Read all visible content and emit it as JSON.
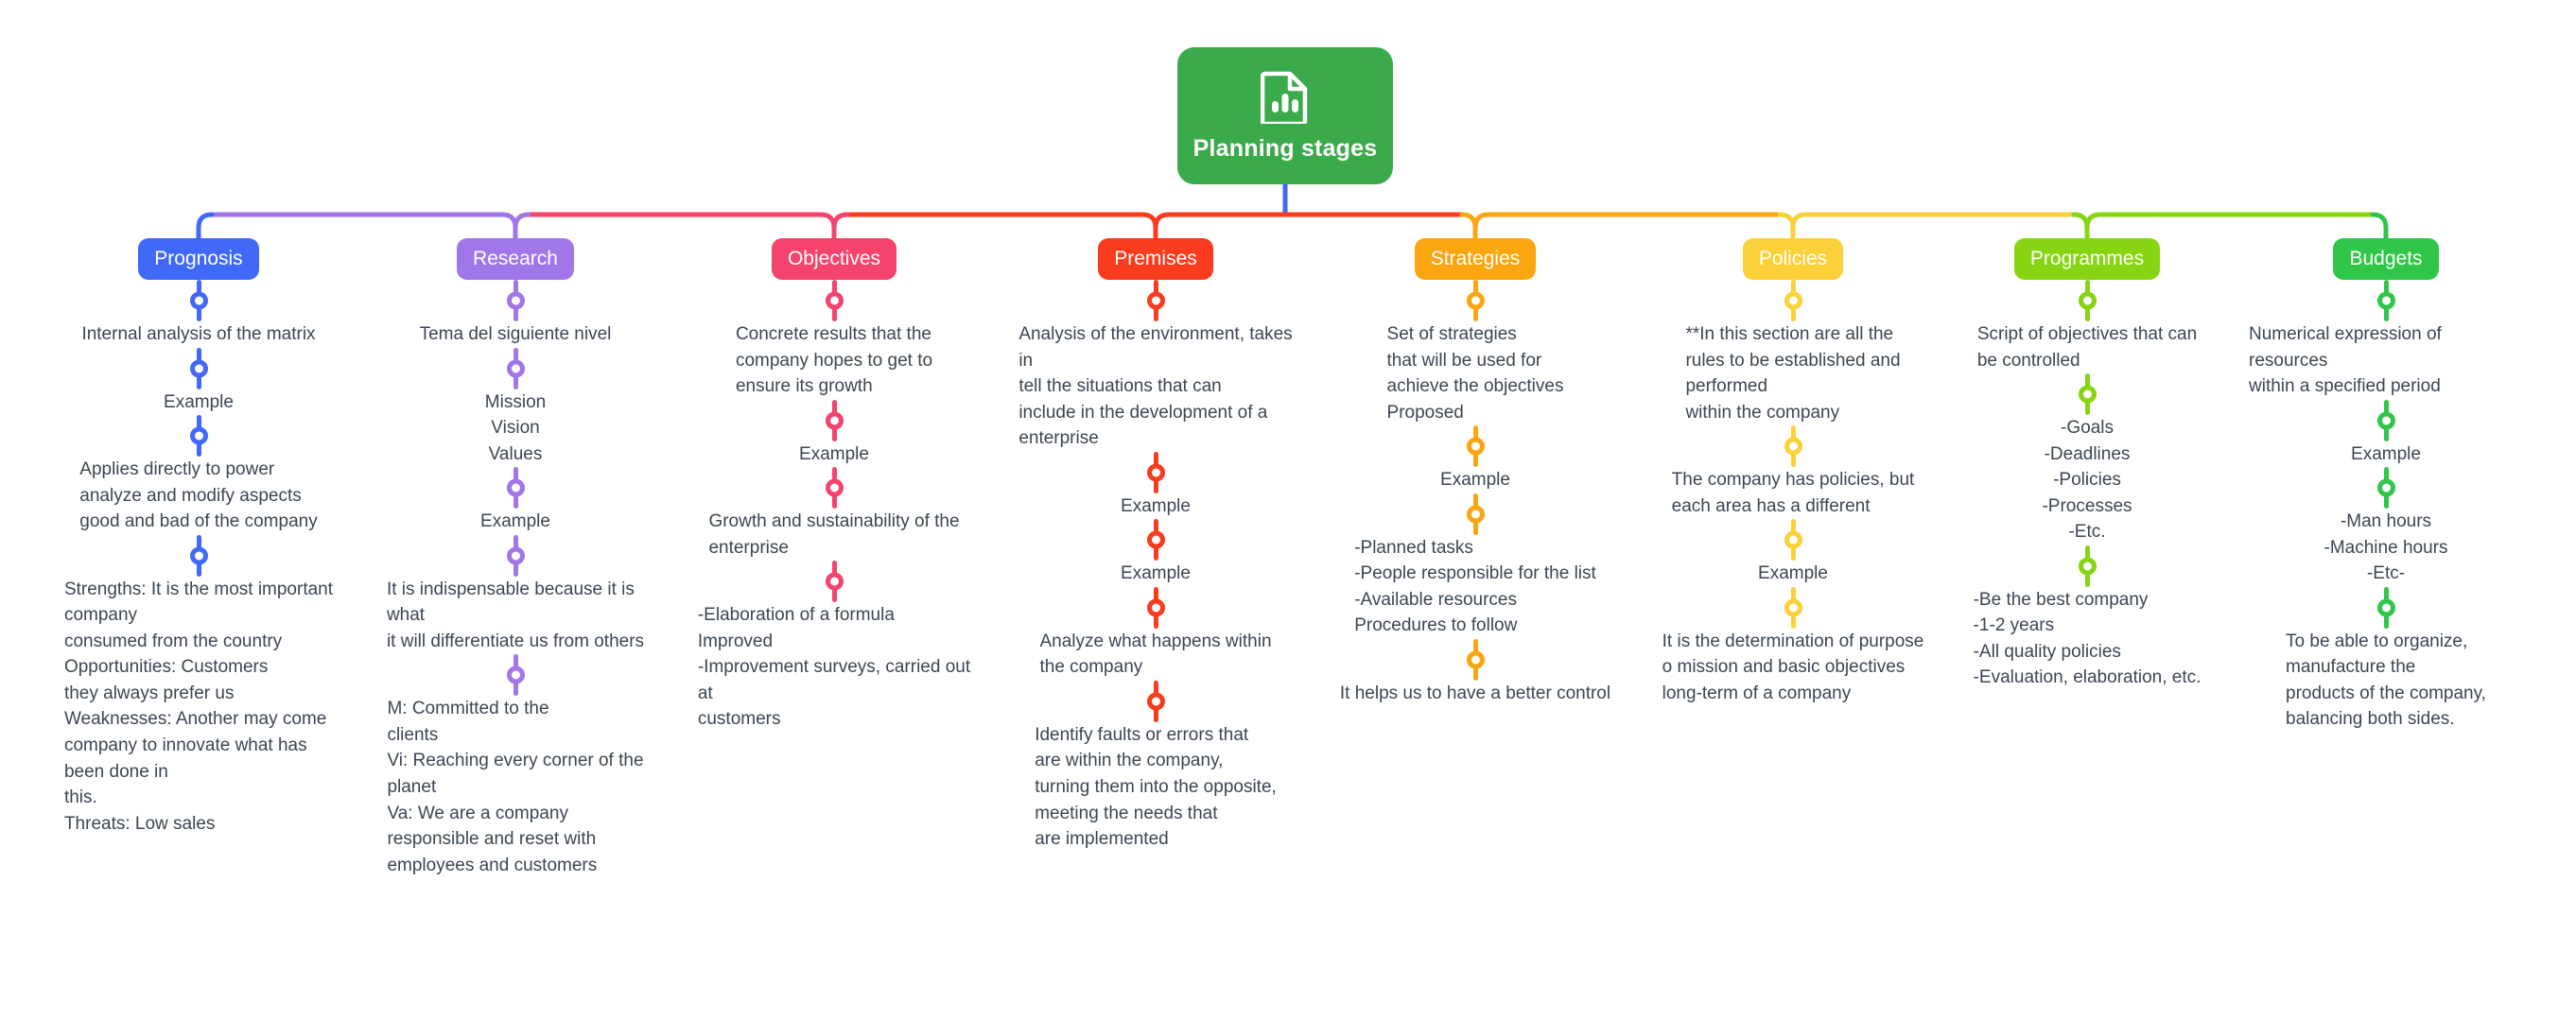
{
  "meta": {
    "background": "#ffffff",
    "text_color": "#3c4653"
  },
  "root": {
    "title": "Planning stages",
    "color": "#3aaa4a",
    "icon": "document-bar-chart-icon"
  },
  "branches": [
    {
      "label": "Prognosis",
      "color": "#4169f7",
      "nodes": [
        {
          "text": "Internal analysis of the matrix",
          "align": "center"
        },
        {
          "text": "Example",
          "align": "center"
        },
        {
          "text": "Applies directly to power\nanalyze and modify aspects\ngood and bad of the company",
          "align": "left"
        },
        {
          "text": "Strengths: It is the most important\ncompany\nconsumed from the country\nOpportunities: Customers\nthey always prefer us\nWeaknesses: Another may come\ncompany to innovate what has\nbeen done in\nthis.\nThreats: Low sales",
          "align": "left"
        }
      ]
    },
    {
      "label": "Research",
      "color": "#a076e8",
      "nodes": [
        {
          "text": "Tema del siguiente nivel",
          "align": "center"
        },
        {
          "text": "Mission\nVision\nValues",
          "align": "center"
        },
        {
          "text": "Example",
          "align": "center"
        },
        {
          "text": "It is indispensable because it is\nwhat\nit will differentiate us from others",
          "align": "left"
        },
        {
          "text": "M: Committed to the\nclients\nVi: Reaching every corner of the\nplanet\nVa: We are a company\nresponsible and reset with\nemployees and customers",
          "align": "left"
        }
      ]
    },
    {
      "label": "Objectives",
      "color": "#f4436c",
      "nodes": [
        {
          "text": "Concrete results that the\ncompany hopes to get to\nensure its growth",
          "align": "left"
        },
        {
          "text": "Example",
          "align": "center"
        },
        {
          "text": "Growth and sustainability of the\nenterprise",
          "align": "left"
        },
        {
          "text": "-Elaboration of a formula\nImproved\n-Improvement surveys, carried out\nat\ncustomers",
          "align": "left"
        }
      ]
    },
    {
      "label": "Premises",
      "color": "#fa3c1e",
      "nodes": [
        {
          "text": "Analysis of the environment, takes\nin\ntell the situations that can\ninclude in the development of a\nenterprise",
          "align": "left"
        },
        {
          "text": "Example",
          "align": "center"
        },
        {
          "text": "Example",
          "align": "center"
        },
        {
          "text": "Analyze what happens within\nthe company",
          "align": "left"
        },
        {
          "text": "Identify faults or errors that\nare within the company,\nturning them into the opposite,\nmeeting the needs that\nare implemented",
          "align": "left"
        }
      ]
    },
    {
      "label": "Strategies",
      "color": "#fba511",
      "nodes": [
        {
          "text": "Set of strategies\nthat will be used for\nachieve the objectives\nProposed",
          "align": "left"
        },
        {
          "text": "Example",
          "align": "center"
        },
        {
          "text": "-Planned tasks\n-People responsible for the list\n-Available resources\nProcedures to follow",
          "align": "left"
        },
        {
          "text": "It helps us to have a better control",
          "align": "center"
        }
      ]
    },
    {
      "label": "Policies",
      "color": "#fcd038",
      "nodes": [
        {
          "text": "**In this section are all the\nrules to be established and\nperformed\nwithin the company",
          "align": "left"
        },
        {
          "text": "The company has policies, but\neach area has a different",
          "align": "left"
        },
        {
          "text": "Example",
          "align": "center"
        },
        {
          "text": "It is the determination of purpose\no mission and basic objectives\nlong-term of a company",
          "align": "left"
        }
      ]
    },
    {
      "label": "Programmes",
      "color": "#87d512",
      "nodes": [
        {
          "text": "Script of objectives that can\nbe controlled",
          "align": "left"
        },
        {
          "text": "-Goals\n-Deadlines\n-Policies\n-Processes\n-Etc.",
          "align": "center"
        },
        {
          "text": "-Be the best company\n-1-2 years\n-All quality policies\n-Evaluation, elaboration, etc.",
          "align": "left"
        }
      ]
    },
    {
      "label": "Budgets",
      "color": "#30c64a",
      "nodes": [
        {
          "text": "Numerical expression of resources\nwithin a specified period",
          "align": "left"
        },
        {
          "text": "Example",
          "align": "center"
        },
        {
          "text": "-Man hours\n-Machine hours\n-Etc-",
          "align": "center"
        },
        {
          "text": "To be able to organize,\nmanufacture the\nproducts of the company,\nbalancing both sides.",
          "align": "left"
        }
      ]
    }
  ]
}
